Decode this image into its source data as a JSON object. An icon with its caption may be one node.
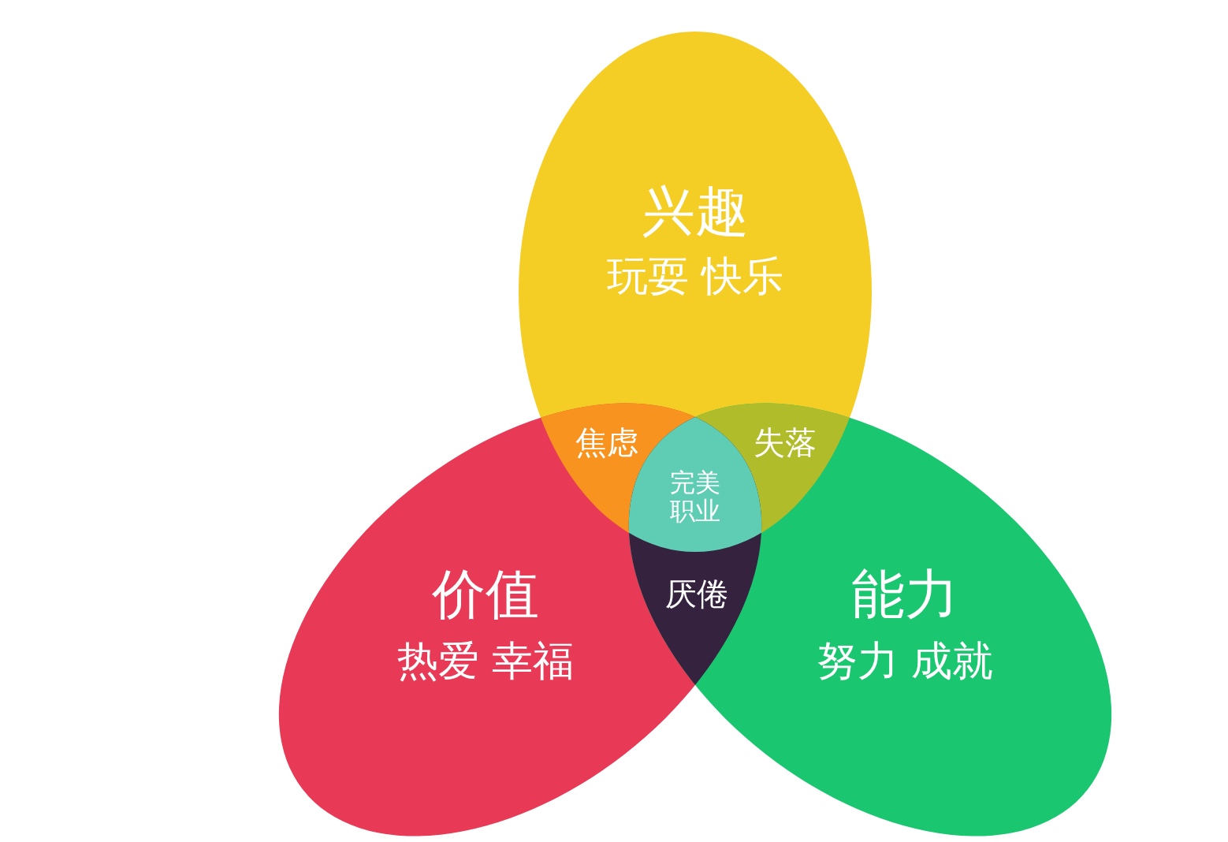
{
  "diagram": {
    "nodes": [
      {
        "text": [
          "兴趣",
          "玩耍 快乐"
        ]
      },
      {
        "text": [
          "价值",
          "热爱 幸福"
        ]
      },
      {
        "text": [
          "能力",
          "努力 成就"
        ]
      },
      {
        "text": [
          "焦虑"
        ]
      },
      {
        "text": [
          "失落"
        ]
      },
      {
        "text": [
          "完美职业"
        ]
      },
      {
        "text": [
          "厌倦"
        ]
      }
    ]
  }
}
